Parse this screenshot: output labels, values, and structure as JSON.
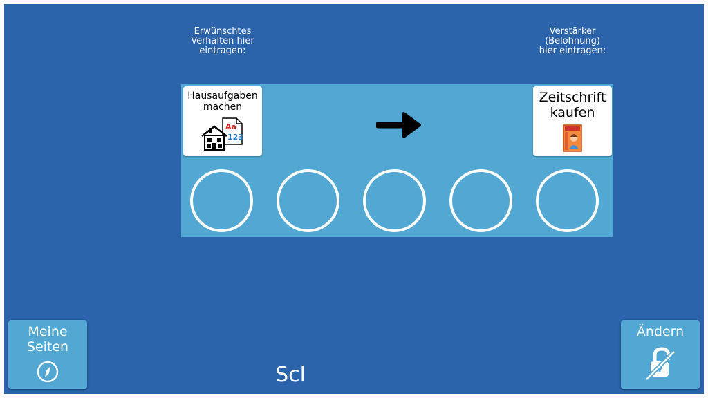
{
  "hints": {
    "behavior": "Erwünschtes\nVerhalten hier\neintragen:",
    "reward": "Verstärker\n(Belohnung)\nhier eintragen:"
  },
  "board": {
    "behavior_card": {
      "label": "Hausaufgaben\nmachen",
      "icon": "homework-house-icon"
    },
    "reward_card": {
      "label": "Zeitschrift\nkaufen",
      "icon": "magazine-icon"
    },
    "token_count": 5
  },
  "nav": {
    "my_pages_label": "Meine\nSeiten",
    "edit_label": "Ändern"
  },
  "page_name": "Scl",
  "colors": {
    "background": "#2c64ac",
    "board": "#52a8d2",
    "token_border": "#ffffff"
  }
}
